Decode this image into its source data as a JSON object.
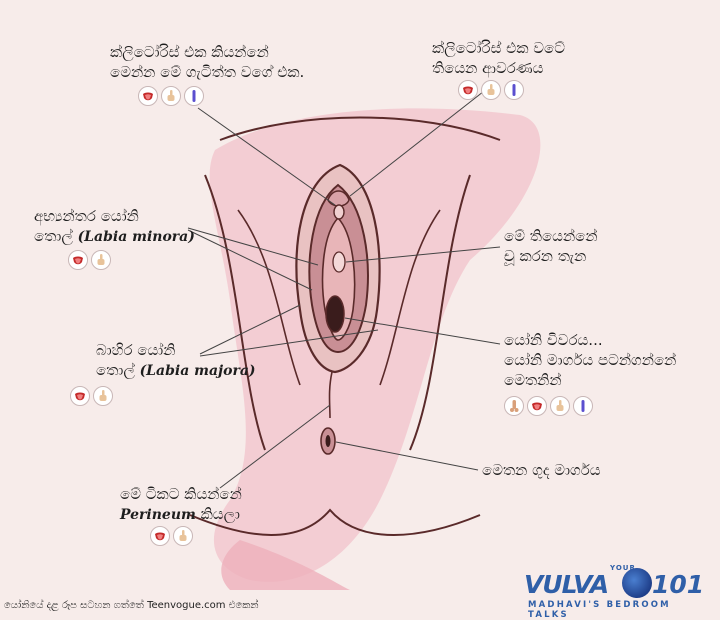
{
  "labels": {
    "clitoris": [
      "ක්ලිටෝරිස් එක කියන්නේ",
      "මෙන්න මේ ගැටිත්ත වගේ එක."
    ],
    "clitoral_hood": [
      "ක්ලිටෝරිස් එක වටේ",
      "තියෙන ආවරණය"
    ],
    "labia_minora": [
      "අභ්‍යන්තර යෝනි",
      "තොල්",
      "(Labia minora)"
    ],
    "urethra": [
      "මේ තියෙන්නේ",
      "චූ කරන තැන"
    ],
    "labia_majora": [
      "බාහිර යෝනි",
      "තොල්",
      "(Labia majora)"
    ],
    "vaginal_opening": [
      "යෝනි විවරය...",
      "යෝනි මාර්ගය පටන්ගන්නේ",
      "මෙතනින්"
    ],
    "anus": [
      "මෙතන ගුද මාර්ගය"
    ],
    "perineum": [
      "මේ ටිකට කියන්නේ",
      "Perineum",
      "කියලා"
    ]
  },
  "icon_sets": {
    "clitoris": [
      "tongue-icon",
      "finger-icon",
      "vibrator-icon"
    ],
    "clitoral_hood": [
      "tongue-icon",
      "finger-icon",
      "vibrator-icon"
    ],
    "labia_minora": [
      "tongue-icon",
      "finger-icon"
    ],
    "labia_majora": [
      "tongue-icon",
      "finger-icon"
    ],
    "vaginal_opening": [
      "penis-icon",
      "tongue-icon",
      "finger-icon",
      "vibrator-icon"
    ],
    "perineum": [
      "tongue-icon",
      "finger-icon"
    ]
  },
  "footer": "යෝනියේ දළ රූප සටහන ගත්තේ Teenvogue.com එකෙන්",
  "brand": {
    "your": "YOUR",
    "name": "VULVA",
    "number": "101",
    "subtitle": "MADHAVI'S BEDROOM TALKS"
  },
  "colors": {
    "background": "#f7ecea",
    "skin_wash": "#f0b8c2",
    "outline": "#5a2a2a",
    "leader_line": "#444444",
    "brand_blue": "#2f5fa8"
  }
}
